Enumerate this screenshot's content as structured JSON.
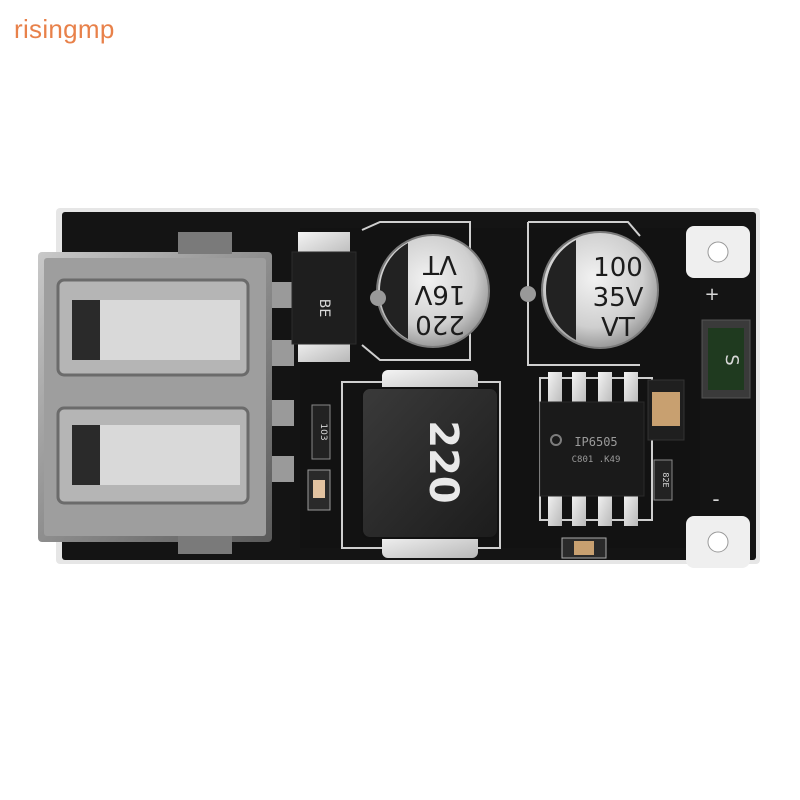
{
  "watermark": {
    "text": "risingmp"
  },
  "board": {
    "capacitor_left": {
      "line1": "220",
      "line2": "16V",
      "line3": "VT"
    },
    "capacitor_right": {
      "line1": "100",
      "line2": "35V",
      "line3": "VT"
    },
    "inductor_marking": "220",
    "ic_marking": "IP6505",
    "ic_subtext": "C801 .K49",
    "diode_marking": "BE",
    "fuse_marking": "S",
    "resistor_marking": "103",
    "small_resistor_marking": "82E",
    "plus_label": "+",
    "minus_label": "-"
  },
  "colors": {
    "pcb": "#141414",
    "pcb_edge": "#e6e6e6",
    "accent_watermark": "#e8814a"
  }
}
